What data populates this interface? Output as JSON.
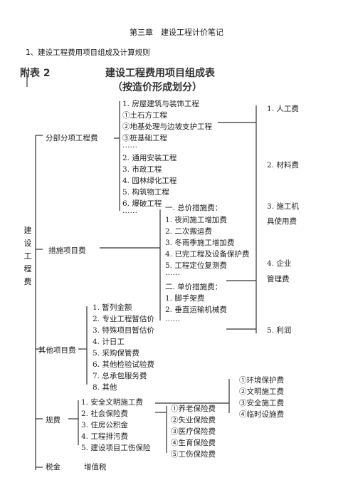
{
  "doc": {
    "title": "第三章　建设工程计价笔记",
    "subtitle": "1、建设工程费用项目组成及计算规则"
  },
  "table": {
    "tag": "附表 2",
    "heading1": "建设工程费用项目组成表",
    "heading2": "（按造价形成划分）",
    "root": "建设工程费"
  },
  "groups": {
    "fenbu": {
      "label": "分部分项工程费",
      "items": [
        "1. 房屋建筑与装饰工程",
        "①土石方工程",
        "②地基处理与边坡支护工程",
        "③桩基础工程",
        "……",
        "2. 通用安装工程",
        "3. 市政工程",
        "4. 园林绿化工程",
        "5. 构筑物工程",
        "6. 爆破工程",
        "……"
      ]
    },
    "cuoshi": {
      "label": "措施项目费",
      "items": [
        "一. 总价措施费：",
        "1. 夜间施工增加费",
        "2. 二次搬运费",
        "3. 冬雨季施工增加费",
        "4. 已完工程及设备保护费",
        "5. 工程定位复测费",
        "……",
        "二. 单价措施费：",
        "1. 脚手架费",
        "2. 垂直运输机械费",
        "……"
      ]
    },
    "qita": {
      "label": "其他项目费",
      "items": [
        "1. 暂列金额",
        "2. 专业工程暂估价",
        "3. 特殊项目暂估价",
        "4. 计日工",
        "5. 采购保管费",
        "6. 其他检验试验费",
        "7. 总承包服务费",
        "8. 其他"
      ]
    },
    "guifei": {
      "label": "规费",
      "items": [
        "1. 安全文明施工费",
        "2. 社会保险费",
        "3. 住房公积金",
        "4. 工程排污费",
        "5. 建设项目工伤保险"
      ],
      "anquan": [
        "①环境保护费",
        "②文明施工费",
        "③安全施工费",
        "④临时设施费"
      ],
      "shebao": [
        "①养老保险费",
        "②失业保险费",
        "③医疗保险费",
        "④生育保险费",
        "⑤工伤保险费"
      ]
    },
    "shuijin": {
      "label": "税金",
      "items": [
        "增值税"
      ]
    }
  },
  "right": [
    "1. 人工费",
    "2. 材料费",
    "3. 施工机",
    "具使用费",
    "4. 企业",
    "管理费",
    "5. 利润"
  ]
}
